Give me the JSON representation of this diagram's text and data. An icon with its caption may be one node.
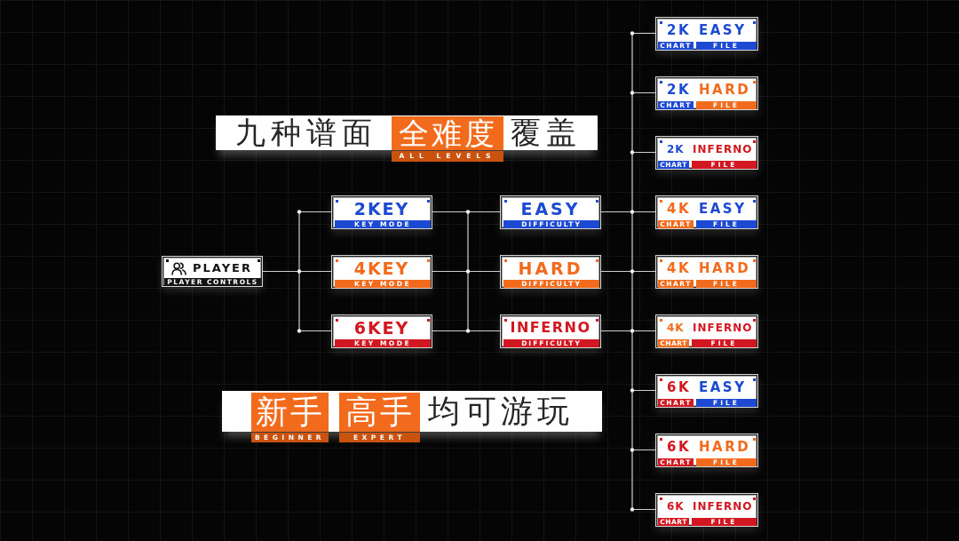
{
  "diagram": {
    "nodes": [
      {
        "text": [
          "九种谱面",
          "覆盖"
        ]
      },
      {
        "text": [
          "全难度"
        ],
        "in": 0,
        "beside": [
          "ALL LEVELS"
        ]
      },
      {
        "text": [
          "PLAYER",
          "PLAYER CONTROLS"
        ]
      },
      {
        "text": [
          "2KEY",
          "KEY MODE"
        ]
      },
      {
        "text": [
          "4KEY",
          "KEY MODE"
        ]
      },
      {
        "text": [
          "6KEY",
          "KEY MODE"
        ]
      },
      {
        "text": [
          "EASY",
          "DIFFICULTY"
        ]
      },
      {
        "text": [
          "HARD",
          "DIFFICULTY"
        ]
      },
      {
        "text": [
          "INFERNO",
          "DIFFICULTY"
        ]
      },
      {
        "text": [
          "2K",
          "EASY",
          "CHART",
          "FILE"
        ]
      },
      {
        "text": [
          "2K",
          "HARD",
          "CHART",
          "FILE"
        ]
      },
      {
        "text": [
          "2K",
          "INFERNO",
          "CHART",
          "FILE"
        ]
      },
      {
        "text": [
          "4K",
          "EASY",
          "CHART",
          "FILE"
        ]
      },
      {
        "text": [
          "4K",
          "HARD",
          "CHART",
          "FILE"
        ]
      },
      {
        "text": [
          "4K",
          "INFERNO",
          "CHART",
          "FILE"
        ]
      },
      {
        "text": [
          "6K",
          "EASY",
          "CHART",
          "FILE"
        ]
      },
      {
        "text": [
          "6K",
          "HARD",
          "CHART",
          "FILE"
        ]
      },
      {
        "text": [
          "6K",
          "INFERNO",
          "CHART",
          "FILE"
        ]
      },
      {
        "text": [
          "均可游玩"
        ]
      },
      {
        "text": [
          "新手"
        ],
        "in": 18,
        "beside": [
          "BEGINNER"
        ]
      },
      {
        "text": [
          "高手"
        ],
        "in": 18,
        "beside": [
          "EXPERT"
        ]
      }
    ],
    "edges": [
      {
        "from": 2,
        "to": 3,
        "arrow": "none"
      },
      {
        "from": 2,
        "to": 4,
        "arrow": "none"
      },
      {
        "from": 2,
        "to": 5,
        "arrow": "none"
      },
      {
        "from": 3,
        "to": 6,
        "arrow": "none"
      },
      {
        "from": 3,
        "to": 7,
        "arrow": "none"
      },
      {
        "from": 3,
        "to": 8,
        "arrow": "none"
      },
      {
        "from": 4,
        "to": 6,
        "arrow": "none"
      },
      {
        "from": 4,
        "to": 7,
        "arrow": "none"
      },
      {
        "from": 4,
        "to": 8,
        "arrow": "none"
      },
      {
        "from": 5,
        "to": 6,
        "arrow": "none"
      },
      {
        "from": 5,
        "to": 7,
        "arrow": "none"
      },
      {
        "from": 5,
        "to": 8,
        "arrow": "none"
      },
      {
        "from": 6,
        "to": 9,
        "arrow": "none"
      },
      {
        "from": 6,
        "to": 10,
        "arrow": "none"
      },
      {
        "from": 6,
        "to": 11,
        "arrow": "none"
      },
      {
        "from": 6,
        "to": 12,
        "arrow": "none"
      },
      {
        "from": 6,
        "to": 13,
        "arrow": "none"
      },
      {
        "from": 6,
        "to": 14,
        "arrow": "none"
      },
      {
        "from": 6,
        "to": 15,
        "arrow": "none"
      },
      {
        "from": 6,
        "to": 16,
        "arrow": "none"
      },
      {
        "from": 6,
        "to": 17,
        "arrow": "none"
      },
      {
        "from": 7,
        "to": 9,
        "arrow": "none"
      },
      {
        "from": 7,
        "to": 10,
        "arrow": "none"
      },
      {
        "from": 7,
        "to": 11,
        "arrow": "none"
      },
      {
        "from": 7,
        "to": 12,
        "arrow": "none"
      },
      {
        "from": 7,
        "to": 13,
        "arrow": "none"
      },
      {
        "from": 7,
        "to": 14,
        "arrow": "none"
      },
      {
        "from": 7,
        "to": 15,
        "arrow": "none"
      },
      {
        "from": 7,
        "to": 16,
        "arrow": "none"
      },
      {
        "from": 7,
        "to": 17,
        "arrow": "none"
      },
      {
        "from": 8,
        "to": 9,
        "arrow": "none"
      },
      {
        "from": 8,
        "to": 10,
        "arrow": "none"
      },
      {
        "from": 8,
        "to": 11,
        "arrow": "none"
      },
      {
        "from": 8,
        "to": 12,
        "arrow": "none"
      },
      {
        "from": 8,
        "to": 13,
        "arrow": "none"
      },
      {
        "from": 8,
        "to": 14,
        "arrow": "none"
      },
      {
        "from": 8,
        "to": 15,
        "arrow": "none"
      },
      {
        "from": 8,
        "to": 16,
        "arrow": "none"
      },
      {
        "from": 8,
        "to": 17,
        "arrow": "none"
      }
    ]
  }
}
